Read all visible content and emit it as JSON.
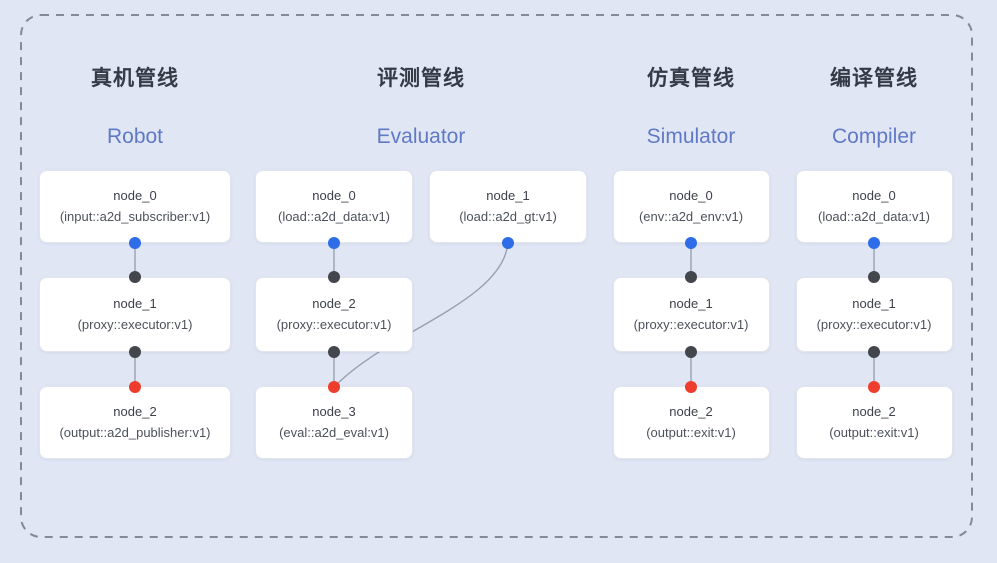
{
  "diagram": {
    "pipelines": [
      {
        "title_zh": "真机管线",
        "title_en": "Robot",
        "nodes": [
          {
            "name": "node_0",
            "spec": "(input::a2d_subscriber:v1)"
          },
          {
            "name": "node_1",
            "spec": "(proxy::executor:v1)"
          },
          {
            "name": "node_2",
            "spec": "(output::a2d_publisher:v1)"
          }
        ]
      },
      {
        "title_zh": "评测管线",
        "title_en": "Evaluator",
        "nodes": [
          {
            "name": "node_0",
            "spec": "(load::a2d_data:v1)"
          },
          {
            "name": "node_1",
            "spec": "(load::a2d_gt:v1)"
          },
          {
            "name": "node_2",
            "spec": "(proxy::executor:v1)"
          },
          {
            "name": "node_3",
            "spec": "(eval::a2d_eval:v1)"
          }
        ]
      },
      {
        "title_zh": "仿真管线",
        "title_en": "Simulator",
        "nodes": [
          {
            "name": "node_0",
            "spec": "(env::a2d_env:v1)"
          },
          {
            "name": "node_1",
            "spec": "(proxy::executor:v1)"
          },
          {
            "name": "node_2",
            "spec": "(output::exit:v1)"
          }
        ]
      },
      {
        "title_zh": "编译管线",
        "title_en": "Compiler",
        "nodes": [
          {
            "name": "node_0",
            "spec": "(load::a2d_data:v1)"
          },
          {
            "name": "node_1",
            "spec": "(proxy::executor:v1)"
          },
          {
            "name": "node_2",
            "spec": "(output::exit:v1)"
          }
        ]
      }
    ],
    "colors": {
      "background": "#e0e6f4",
      "dashed_border": "#848a96",
      "edge_line": "#98a0af",
      "port_source": "#2e6ce8",
      "port_mid": "#43464d",
      "port_sink": "#ee3c2d",
      "title_zh": "#343a46",
      "title_en": "#6079c5"
    }
  }
}
